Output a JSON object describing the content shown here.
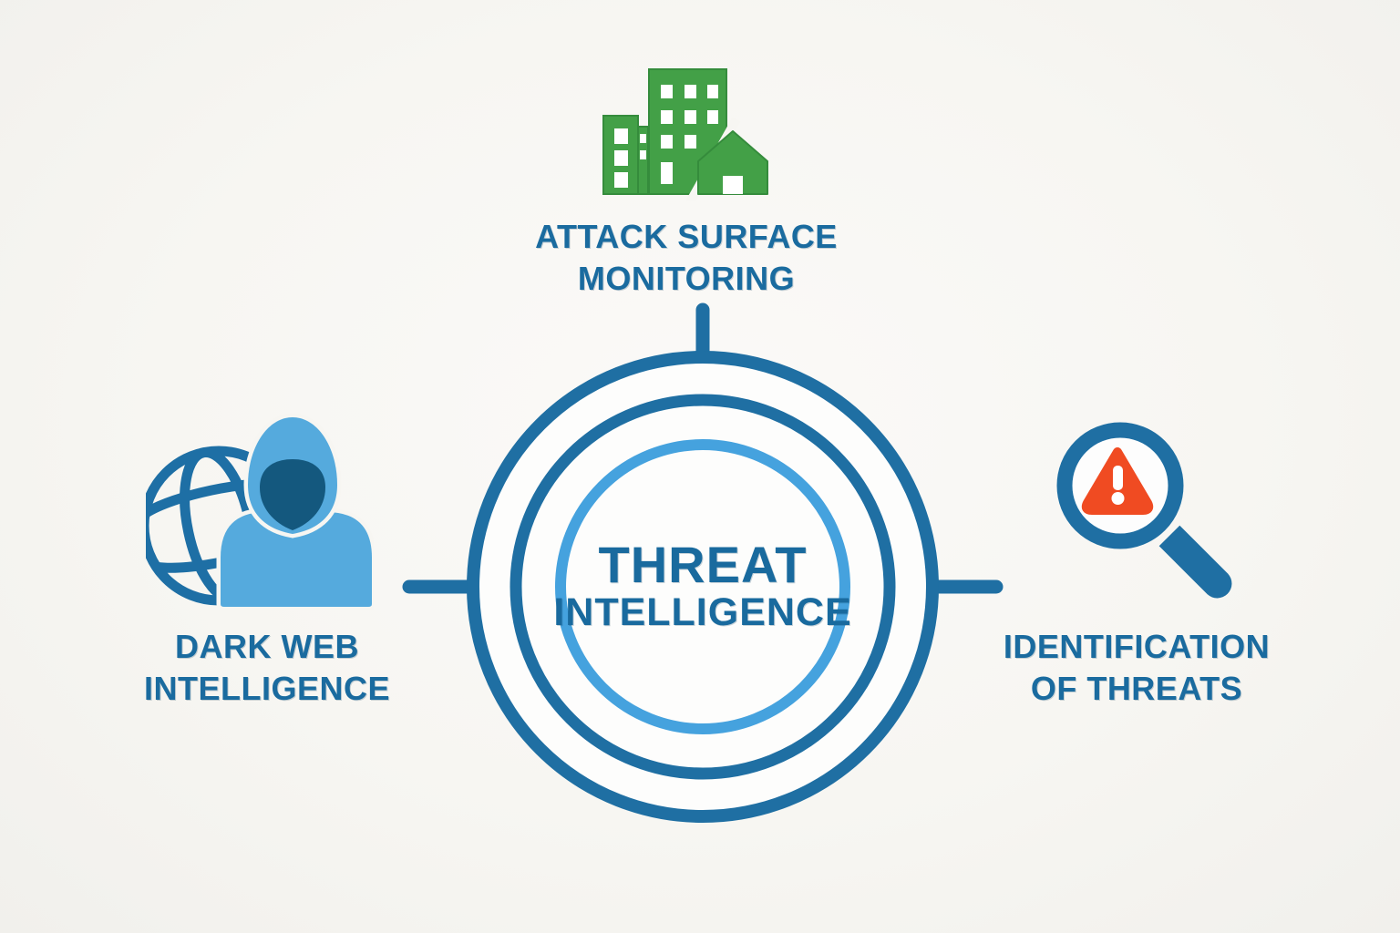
{
  "diagram": {
    "title": "Threat Intelligence diagram",
    "center": {
      "title_line1": "THREAT",
      "title_line2": "INTELLIGENCE"
    },
    "nodes": {
      "top": {
        "label_line1": "ATTACK SURFACE",
        "label_line2": "MONITORING",
        "icon": "buildings-icon"
      },
      "left": {
        "label_line1": "DARK WEB",
        "label_line2": "INTELLIGENCE",
        "icon": "hooded-figure-globe-icon"
      },
      "right": {
        "label_line1": "IDENTIFICATION",
        "label_line2": "OF THREATS",
        "icon": "magnifier-warning-icon"
      }
    },
    "colors": {
      "background": "#f7f6f2",
      "primary_blue": "#1f6fa3",
      "light_blue_ring": "#45a2de",
      "text_blue": "#1a6b9f",
      "person_light_blue": "#55aadd",
      "person_face_dark": "#14587e",
      "building_green": "#43a047",
      "alert_orange": "#f04b22",
      "window_white": "#ffffff"
    }
  }
}
